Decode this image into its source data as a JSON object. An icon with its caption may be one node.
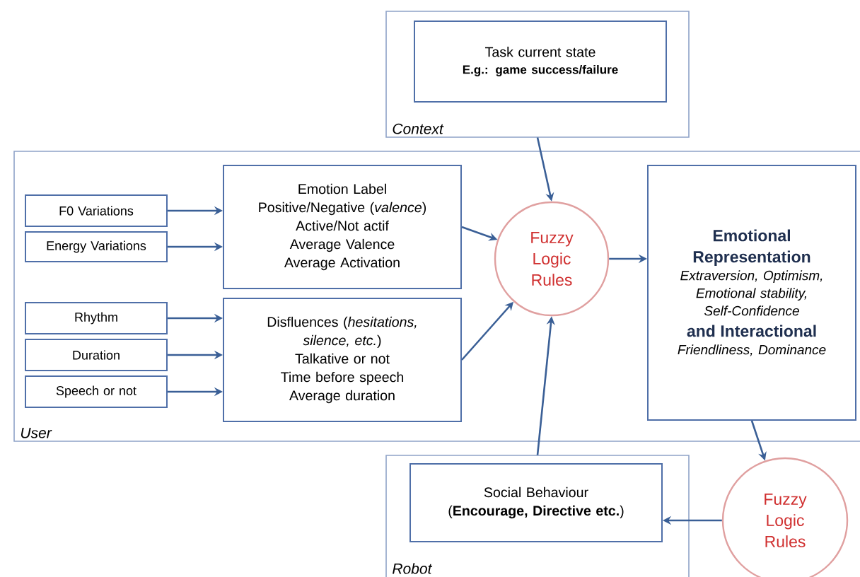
{
  "diagram": {
    "nodes": [
      {
        "text": [
          "Context"
        ]
      },
      {
        "text": [
          "Task current state",
          "E.g.: game success/failure"
        ],
        "in": 0
      },
      {
        "text": [
          "User"
        ]
      },
      {
        "text": [
          "F0 Variations"
        ],
        "in": 2
      },
      {
        "text": [
          "Energy Variations"
        ],
        "in": 2
      },
      {
        "text": [
          "Rhythm"
        ],
        "in": 2
      },
      {
        "text": [
          "Duration"
        ],
        "in": 2
      },
      {
        "text": [
          "Speech or not"
        ],
        "in": 2
      },
      {
        "text": [
          "Emotion Label",
          "Positive/Negative (*valence*)",
          "Active/Not actif",
          "Average Valence",
          "Average Activation"
        ],
        "in": 2
      },
      {
        "text": [
          "Disfluences (*hesitations, silence, etc.*)",
          "Talkative or not",
          "Time before speech",
          "Average duration"
        ],
        "in": 2
      },
      {
        "text": [
          "Fuzzy Logic Rules"
        ],
        "in": 2
      },
      {
        "text": [
          "Emotional Representation",
          "Extraversion, Optimism, Emotional stability, Self-Confidence",
          "and Interactional",
          "Friendliness, Dominance"
        ],
        "in": 2
      },
      {
        "text": [
          "Robot"
        ]
      },
      {
        "text": [
          "Social Behaviour (**Encourage, Directive etc.**)"
        ],
        "in": 12
      },
      {
        "text": [
          "Fuzzy Logic Rules"
        ]
      }
    ],
    "edges": [
      {
        "from": 3,
        "to": 8,
        "arrow": "to"
      },
      {
        "from": 4,
        "to": 8,
        "arrow": "to"
      },
      {
        "from": 5,
        "to": 9,
        "arrow": "to"
      },
      {
        "from": 6,
        "to": 9,
        "arrow": "to"
      },
      {
        "from": 7,
        "to": 9,
        "arrow": "to"
      },
      {
        "from": 0,
        "to": 10,
        "arrow": "to"
      },
      {
        "from": 8,
        "to": 10,
        "arrow": "to"
      },
      {
        "from": 9,
        "to": 10,
        "arrow": "to"
      },
      {
        "from": 12,
        "to": 10,
        "arrow": "to"
      },
      {
        "from": 10,
        "to": 11,
        "arrow": "to"
      },
      {
        "from": 11,
        "to": 14,
        "arrow": "to"
      },
      {
        "from": 14,
        "to": 13,
        "arrow": "to"
      }
    ]
  }
}
